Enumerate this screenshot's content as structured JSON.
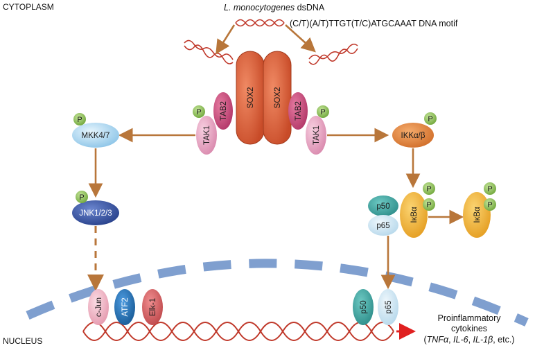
{
  "compartments": {
    "cytoplasm": "CYTOPLASM",
    "nucleus": "NUCLEUS"
  },
  "pathogen": {
    "species": "L. monocytogenes",
    "molecule": " dsDNA",
    "motif": "(C/T)(A/T)TTGT(T/C)ATGCAAAT DNA motif"
  },
  "proteins": {
    "sox2_left": "SOX2",
    "sox2_right": "SOX2",
    "tab2_left": "TAB2",
    "tab2_right": "TAB2",
    "tak1_left": "TAK1",
    "tak1_right": "TAK1",
    "mkk": "MKK4/7",
    "jnk": "JNK1/2/3",
    "ikk": "IKKα/β",
    "ikb_complex": "IκBα",
    "ikb_free": "IκBα",
    "p50_cyto": "p50",
    "p65_cyto": "p65",
    "p50_nuc": "p50",
    "p65_nuc": "p65",
    "cjun": "c-Jun",
    "atf2": "ATF2",
    "elk1": "Elk-1"
  },
  "phospho_label": "P",
  "output": {
    "line1": "Proinflammatory",
    "line2": "cytokines",
    "open": "(",
    "tnf": "TNFα",
    "sep1": ", ",
    "il6": "IL-6",
    "sep2": ", ",
    "il1b": "IL-1β",
    "tail": ", etc.)"
  },
  "colors": {
    "arrow": "#b8763a",
    "sox2": "#d9603a",
    "tab2": "#c9477a",
    "tak1": "#e9a3c2",
    "mkk": "#a9d6f0",
    "jnk": "#2f4ea0",
    "ikk": "#e0833a",
    "ikb": "#f0b232",
    "p50": "#3aa3a0",
    "p65": "#c9e3f0",
    "phospho": "#8cc152",
    "cjun": "#f2b8c6",
    "atf2": "#1e6fb0",
    "elk1": "#d9666a",
    "dna": "#c0392b",
    "membrane": "#7f9fcf",
    "red_arrow": "#e02020"
  }
}
